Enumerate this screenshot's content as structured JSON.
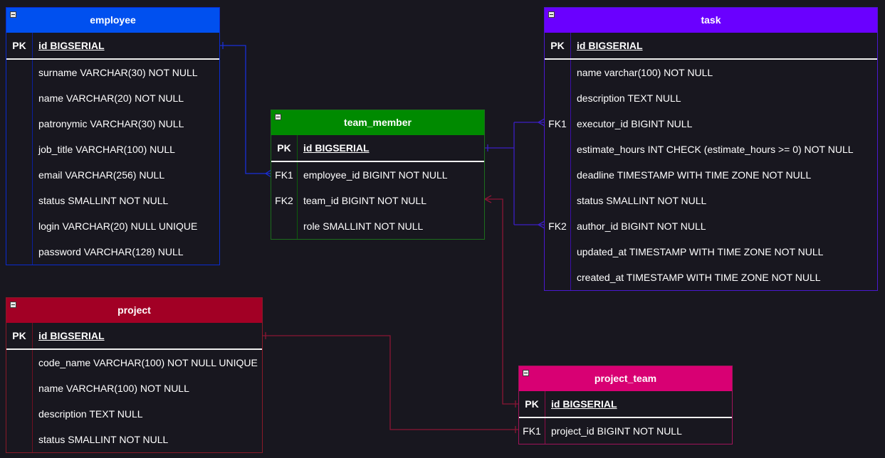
{
  "colors": {
    "background": "#18171f",
    "employee": "#0050ef",
    "team_member": "#008a00",
    "task": "#6a00ff",
    "project": "#a20025",
    "project_team": "#d80073"
  },
  "icons": {
    "collapse": "minus-box-icon"
  },
  "entities": {
    "employee": {
      "title": "employee",
      "rows": [
        {
          "key": "PK",
          "field": "id BIGSERIAL"
        },
        {
          "key": "",
          "field": "surname VARCHAR(30) NOT NULL"
        },
        {
          "key": "",
          "field": "name VARCHAR(20) NOT NULL"
        },
        {
          "key": "",
          "field": "patronymic VARCHAR(30) NULL"
        },
        {
          "key": "",
          "field": "job_title VARCHAR(100) NULL"
        },
        {
          "key": "",
          "field": "email VARCHAR(256) NULL"
        },
        {
          "key": "",
          "field": "status SMALLINT NOT NULL"
        },
        {
          "key": "",
          "field": "login VARCHAR(20) NULL UNIQUE"
        },
        {
          "key": "",
          "field": "password VARCHAR(128) NULL"
        }
      ]
    },
    "team_member": {
      "title": "team_member",
      "rows": [
        {
          "key": "PK",
          "field": "id BIGSERIAL"
        },
        {
          "key": "FK1",
          "field": "employee_id BIGINT NOT NULL"
        },
        {
          "key": "FK2",
          "field": "team_id BIGINT NOT NULL"
        },
        {
          "key": "",
          "field": "role SMALLINT NOT NULL"
        }
      ]
    },
    "task": {
      "title": "task",
      "rows": [
        {
          "key": "PK",
          "field": "id BIGSERIAL"
        },
        {
          "key": "",
          "field": "name varchar(100) NOT NULL"
        },
        {
          "key": "",
          "field": "description TEXT NULL"
        },
        {
          "key": "FK1",
          "field": "executor_id BIGINT NULL"
        },
        {
          "key": "",
          "field": "estimate_hours INT CHECK (estimate_hours >= 0) NOT NULL"
        },
        {
          "key": "",
          "field": "deadline TIMESTAMP WITH TIME ZONE NOT NULL"
        },
        {
          "key": "",
          "field": "status SMALLINT NOT NULL"
        },
        {
          "key": "FK2",
          "field": "author_id BIGINT NOT NULL"
        },
        {
          "key": "",
          "field": "updated_at TIMESTAMP WITH TIME ZONE NOT NULL"
        },
        {
          "key": "",
          "field": "created_at TIMESTAMP WITH TIME ZONE NOT NULL"
        }
      ]
    },
    "project": {
      "title": "project",
      "rows": [
        {
          "key": "PK",
          "field": "id BIGSERIAL"
        },
        {
          "key": "",
          "field": "code_name VARCHAR(100) NOT NULL UNIQUE"
        },
        {
          "key": "",
          "field": "name VARCHAR(100) NOT NULL"
        },
        {
          "key": "",
          "field": "description TEXT NULL"
        },
        {
          "key": "",
          "field": "status SMALLINT NOT NULL"
        }
      ]
    },
    "project_team": {
      "title": "project_team",
      "rows": [
        {
          "key": "PK",
          "field": "id BIGSERIAL"
        },
        {
          "key": "FK1",
          "field": "project_id BIGINT NOT NULL"
        }
      ]
    }
  },
  "relationships": [
    {
      "from": "employee.id",
      "to": "team_member.employee_id"
    },
    {
      "from": "team_member.id",
      "to": "task.executor_id"
    },
    {
      "from": "team_member.id",
      "to": "task.author_id"
    },
    {
      "from": "project_team.id",
      "to": "team_member.team_id"
    },
    {
      "from": "project.id",
      "to": "project_team.project_id"
    }
  ]
}
